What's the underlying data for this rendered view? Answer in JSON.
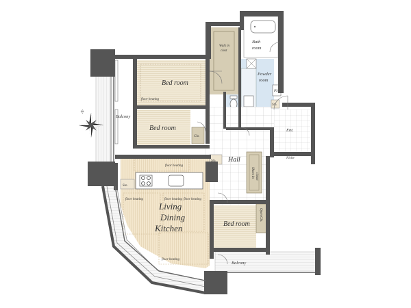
{
  "rooms": {
    "bedroom_1": "Bed room",
    "bedroom_2": "Bed room",
    "bedroom_3": "Bed room",
    "balcony_west": "Balcony",
    "balcony_south": "Balcony",
    "walk_in_closet_line1": "Walk in",
    "walk_in_closet_line2": "clost",
    "bath_line1": "Bath",
    "bath_line2": "room",
    "powder_line1": "Powder",
    "powder_line2": "room",
    "ps": "PS",
    "sto_utility": "Sto.",
    "sto_hall": "Sto.",
    "sto_kitchen": "Sto.",
    "clo": "Clo.",
    "ent": "Ent.",
    "niche": "Niche",
    "hall": "Hall",
    "shoes_in_closet_line1": "Shoes in",
    "shoes_in_closet_line2": "closet",
    "open_clo": "Open Clo.",
    "ldk_line1": "Living",
    "ldk_line2": "Dining",
    "ldk_line3": "Kitchen"
  },
  "floor_heating": [
    "floor heating",
    "floor heating",
    "floor heating",
    "floor heating",
    "floor heating",
    "floor heating"
  ],
  "compass": {
    "label": "N"
  },
  "colors": {
    "wall": "#555555",
    "wood_floor": "#efe6d2",
    "tile_floor": "#ffffff",
    "bath_blue": "#d8e6f2",
    "closet": "#d6cdb4",
    "ldk_floor": "#f3e7cf",
    "balcony": "#f4f4f4"
  }
}
